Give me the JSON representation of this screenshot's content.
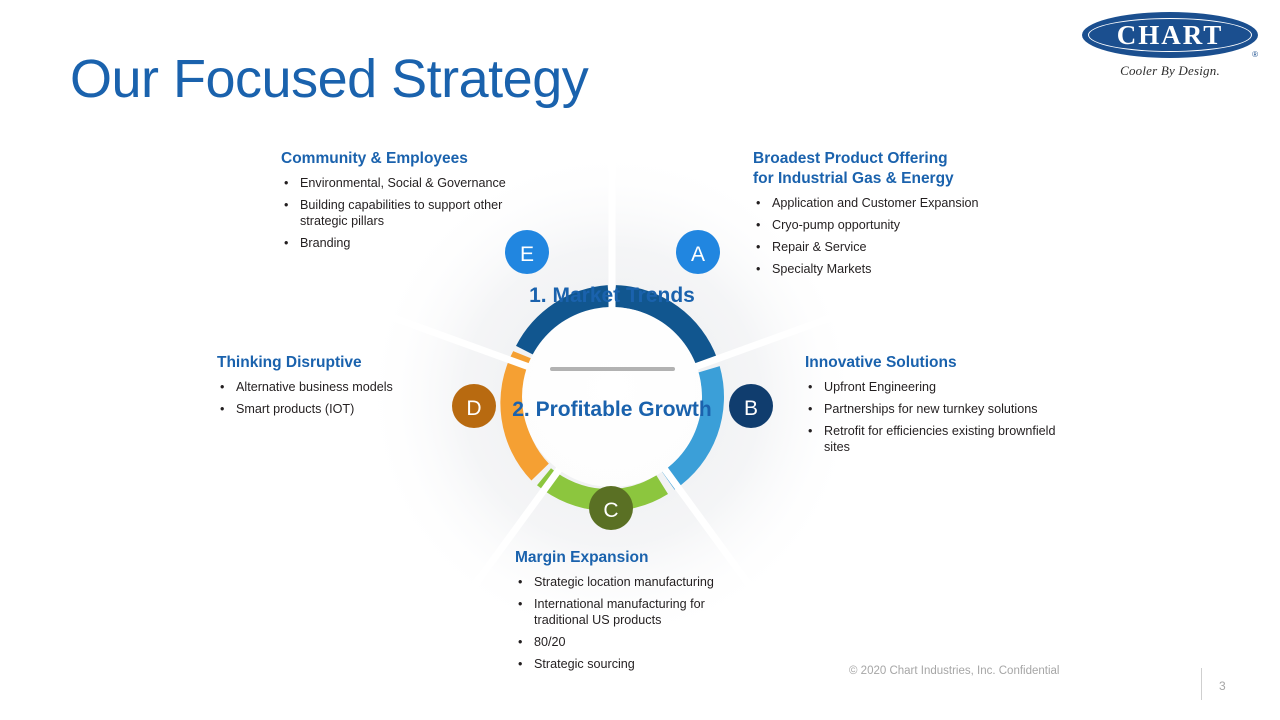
{
  "slide": {
    "title": "Our Focused Strategy"
  },
  "logo": {
    "wordmark": "CHART",
    "registered_mark": "®",
    "tagline": "Cooler By Design.",
    "ellipse_color": "#1b4f8f"
  },
  "center": {
    "top_text": "1. Market Trends",
    "bottom_text": "2. Profitable Growth"
  },
  "wheel": {
    "segments": [
      {
        "letter": "A",
        "segment_color": "#11568f",
        "badge_color": "#2186e0",
        "badge_text_color": "#ffffff"
      },
      {
        "letter": "B",
        "segment_color": "#3b9fd8",
        "badge_color": "#103d6e",
        "badge_text_color": "#ffffff"
      },
      {
        "letter": "C",
        "segment_color": "#8cc63e",
        "badge_color": "#5a7024",
        "badge_text_color": "#ffffff"
      },
      {
        "letter": "D",
        "segment_color": "#f5a033",
        "badge_color": "#b86a10",
        "badge_text_color": "#ffffff"
      },
      {
        "letter": "E",
        "segment_color": "#11568f",
        "badge_color": "#2186e0",
        "badge_text_color": "#ffffff"
      }
    ]
  },
  "callouts": {
    "community": {
      "title": "Community & Employees",
      "bullets": [
        "Environmental, Social & Governance",
        "Building capabilities to support other strategic pillars",
        "Branding"
      ]
    },
    "broadest": {
      "title": "Broadest Product Offering for Industrial Gas & Energy",
      "title_line1": "Broadest Product Offering",
      "title_line2": "for Industrial Gas & Energy",
      "bullets": [
        "Application and Customer Expansion",
        "Cryo-pump opportunity",
        "Repair & Service",
        "Specialty Markets"
      ]
    },
    "thinking": {
      "title": "Thinking Disruptive",
      "bullets": [
        "Alternative business models",
        "Smart products (IOT)"
      ]
    },
    "innovative": {
      "title": "Innovative Solutions",
      "bullets": [
        "Upfront Engineering",
        "Partnerships for new turnkey solutions",
        "Retrofit for efficiencies existing brownfield sites"
      ]
    },
    "margin": {
      "title": "Margin Expansion",
      "bullets": [
        "Strategic location manufacturing",
        "International manufacturing for traditional US products",
        "80/20",
        "Strategic sourcing"
      ]
    }
  },
  "footer": {
    "copyright": "© 2020 Chart Industries, Inc. Confidential",
    "page_number": "3"
  },
  "icons": {
    "bullet": "•"
  }
}
